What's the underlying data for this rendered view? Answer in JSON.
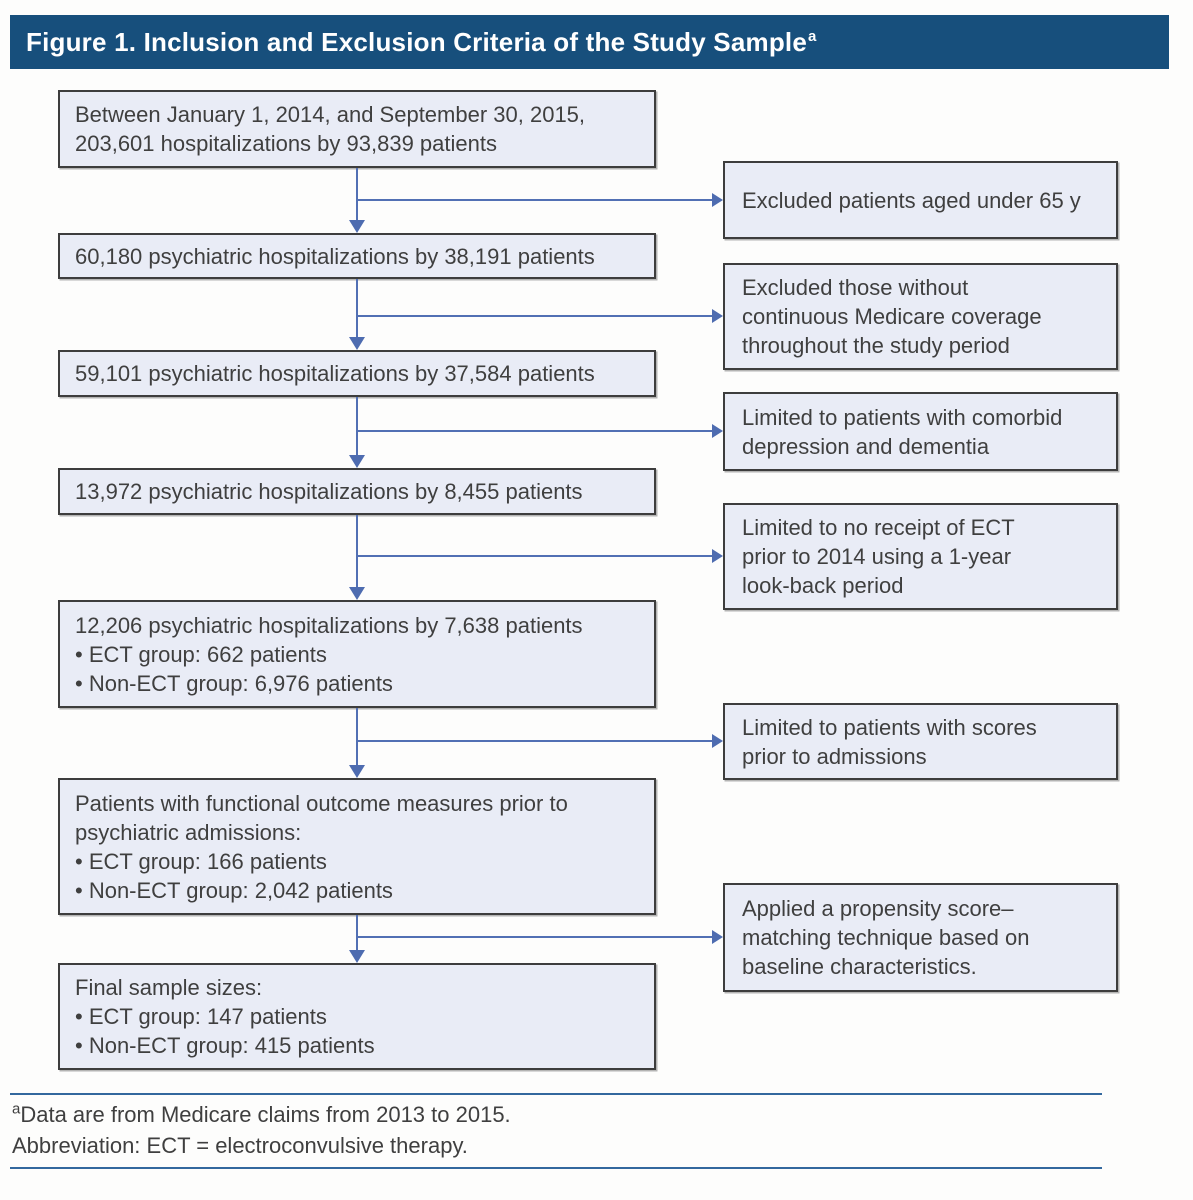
{
  "header": {
    "title": "Figure 1. Inclusion and Exclusion Criteria of the Study Sample",
    "superscript": "a"
  },
  "colors": {
    "header_bg": "#174f7c",
    "header_text": "#ffffff",
    "box_fill": "#e9ecf6",
    "box_border": "#3d3d3d",
    "arrow": "#5270b4",
    "footnote_rule": "#33689e",
    "body_text": "#3f3f3f"
  },
  "icons": {
    "down_arrow": "css-triangle-down",
    "right_arrow": "css-triangle-right"
  },
  "flow": {
    "left_boxes": [
      {
        "id": "initial-sample",
        "lines": [
          "Between January 1, 2014, and September 30, 2015,",
          "203,601 hospitalizations by 93,839 patients"
        ]
      },
      {
        "id": "age-filtered",
        "lines": [
          "60,180 psychiatric hospitalizations by 38,191 patients"
        ]
      },
      {
        "id": "medicare-filtered",
        "lines": [
          "59,101 psychiatric hospitalizations by 37,584 patients"
        ]
      },
      {
        "id": "comorbid-filtered",
        "lines": [
          "13,972 psychiatric hospitalizations by 8,455 patients"
        ]
      },
      {
        "id": "no-prior-ect",
        "lines": [
          "12,206 psychiatric hospitalizations by 7,638 patients",
          "• ECT group: 662 patients",
          "• Non-ECT group: 6,976 patients"
        ]
      },
      {
        "id": "functional-outcome",
        "lines": [
          "Patients with functional outcome measures prior to",
          "psychiatric admissions:",
          "• ECT group: 166 patients",
          "• Non-ECT group: 2,042 patients"
        ]
      },
      {
        "id": "final-sample",
        "lines": [
          "Final sample sizes:",
          "• ECT group: 147 patients",
          "• Non-ECT group: 415 patients"
        ]
      }
    ],
    "right_boxes": [
      {
        "id": "excluded-under-65",
        "lines": [
          "Excluded patients aged under 65 y"
        ]
      },
      {
        "id": "excluded-no-medicare",
        "lines": [
          "Excluded those without",
          "continuous Medicare coverage",
          "throughout the study period"
        ]
      },
      {
        "id": "limited-comorbid",
        "lines": [
          "Limited to patients with comorbid",
          "depression and dementia"
        ]
      },
      {
        "id": "limited-no-prior-ect",
        "lines": [
          "Limited to no receipt of ECT",
          "prior to 2014 using a 1-year",
          "look-back period"
        ]
      },
      {
        "id": "limited-scores",
        "lines": [
          "Limited to patients with scores",
          "prior to admissions"
        ]
      },
      {
        "id": "propensity-matching",
        "lines": [
          "Applied a propensity score–",
          "matching technique based on",
          "baseline characteristics."
        ]
      }
    ]
  },
  "footnotes": {
    "marker": "a",
    "data_source": "Data are from Medicare claims from 2013 to 2015.",
    "abbreviation": "Abbreviation: ECT = electroconvulsive therapy."
  }
}
